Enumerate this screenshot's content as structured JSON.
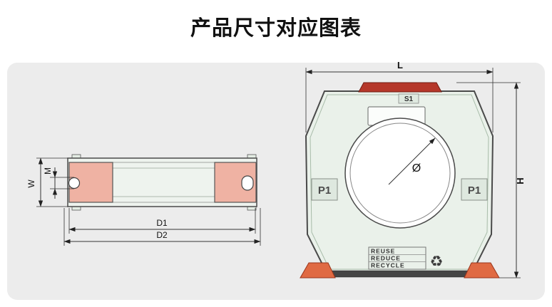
{
  "page": {
    "title": "产品尺寸对应图表"
  },
  "colors": {
    "panel_bg": "#ececec",
    "body_fill": "#eaf1ea",
    "tube_fill": "#eef3ee",
    "pink_fill": "#efb2a3",
    "red_cap": "#b5372a",
    "foot_orange": "#e06a43",
    "base_dark": "#454545",
    "plate_fill": "#dee8df",
    "line_dark": "#4a4a4a"
  },
  "side_view": {
    "labels": {
      "w": "W",
      "m": "M",
      "d1": "D1",
      "d2": "D2"
    }
  },
  "front_view": {
    "labels": {
      "l": "L",
      "h": "H",
      "diameter": "Ø",
      "s1": "S1",
      "p1_left": "P1",
      "p1_right": "P1"
    },
    "recycle_lines": [
      "REUSE",
      "REDUCE",
      "RECYCLE"
    ],
    "recycle_symbol": "♻"
  }
}
